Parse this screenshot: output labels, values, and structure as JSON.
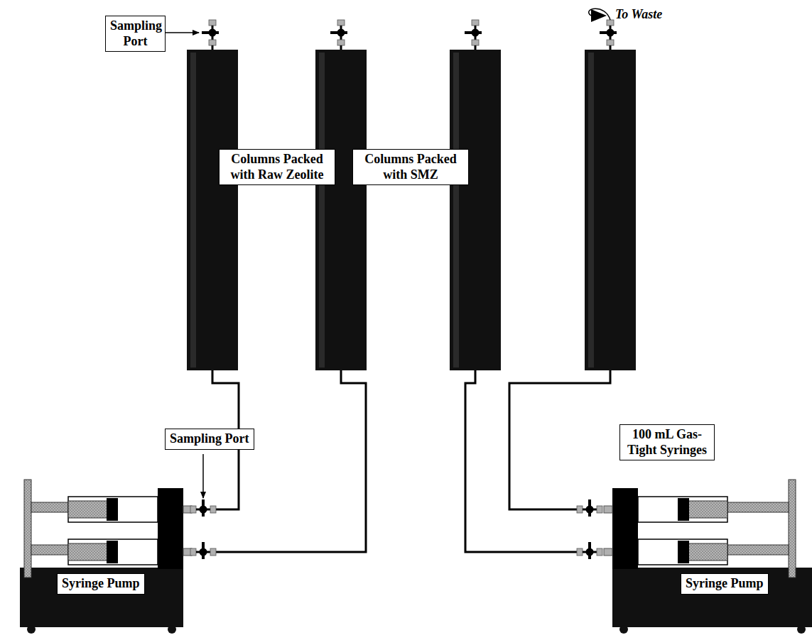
{
  "diagram": {
    "nodes": [
      {
        "text": [
          "Sampling Port"
        ]
      },
      {
        "text": [
          "Columns Packed with Raw Zeolite"
        ]
      },
      {
        "text": [
          "Columns Packed with SMZ"
        ]
      },
      {
        "text": [
          "Sampling Port"
        ]
      },
      {
        "text": [
          "100 mL Gas-Tight Syringes"
        ]
      },
      {
        "text": [
          "Syringe Pump"
        ]
      },
      {
        "text": [
          "Syringe Pump"
        ]
      }
    ],
    "labels": [
      "To Waste"
    ]
  }
}
